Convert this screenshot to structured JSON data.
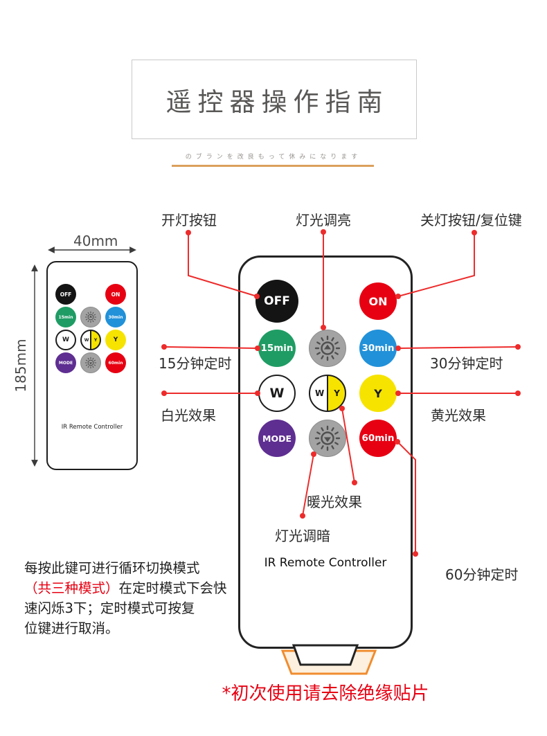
{
  "header": {
    "title": "遥控器操作指南",
    "subtext": "のブランを改良もって休みになります"
  },
  "dimension_labels": {
    "width": "40mm",
    "height": "185mm"
  },
  "remote": {
    "brand": "IR Remote Controller",
    "buttons": {
      "off": "OFF",
      "on": "ON",
      "timer15": "15min",
      "timer30": "30min",
      "timer60": "60min",
      "white": "W",
      "yellow": "Y",
      "mode": "MODE",
      "brightness_up_icon": "sun-brightness-up-icon",
      "brightness_down_icon": "sun-brightness-down-icon"
    }
  },
  "callouts": {
    "power_on": "开灯按钮",
    "brighten": "灯光调亮",
    "power_off_reset": "关灯按钮/复位键",
    "timer15": "15分钟定时",
    "white_effect": "白光效果",
    "timer30": "30分钟定时",
    "yellow_effect": "黄光效果",
    "warm_effect": "暖光效果",
    "dim": "灯光调暗",
    "timer60": "60分钟定时"
  },
  "note": {
    "line1": "每按此键可进行循环切换模式",
    "line2_red": "（共三种模式）",
    "line2_rest": "在定时模式下会快",
    "line3": "速闪烁3下；定时模式可按复",
    "line4": "位键进行取消。"
  },
  "footer": {
    "warning": "*初次使用请去除绝缘贴片"
  },
  "colors": {
    "btn-black": "#141414",
    "btn-red": "#e60012",
    "btn-green": "#1e9c63",
    "btn-blue": "#2191d9",
    "btn-yellow": "#f6e400",
    "btn-purple": "#5e2e91",
    "btn-gray": "#a3a3a3",
    "line-red": "#ed2b2b",
    "accent-orange": "#f08c2e",
    "divider-tan": "#dba15c",
    "warning-red": "#e60012"
  }
}
